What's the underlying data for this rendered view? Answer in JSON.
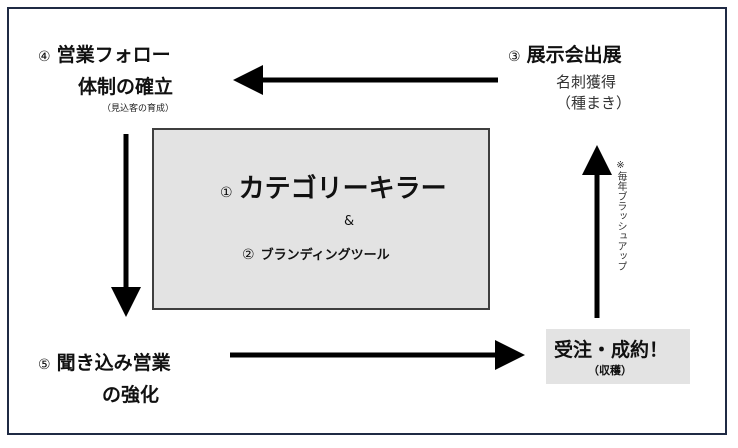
{
  "step4": {
    "num": "④",
    "line1": "営業フォロー",
    "line2": "体制の確立",
    "sub": "（見込客の育成）"
  },
  "step3": {
    "num": "③",
    "title": "展示会出展",
    "line2": "名刺獲得",
    "line3": "（種まき）"
  },
  "center": {
    "num1": "①",
    "title": "カテゴリーキラー",
    "amp": "&",
    "num2": "②",
    "subtitle": "ブランディングツール"
  },
  "annotation": "※毎年ブラッシュアップ",
  "step5": {
    "num": "⑤",
    "line1": "聞き込み営業",
    "line2": "の強化"
  },
  "result": {
    "title": "受注・成約！",
    "sub": "（収穫）"
  },
  "colors": {
    "frame": "#1f2a44",
    "box_fill": "#e3e3e3",
    "arrow": "#000000"
  }
}
